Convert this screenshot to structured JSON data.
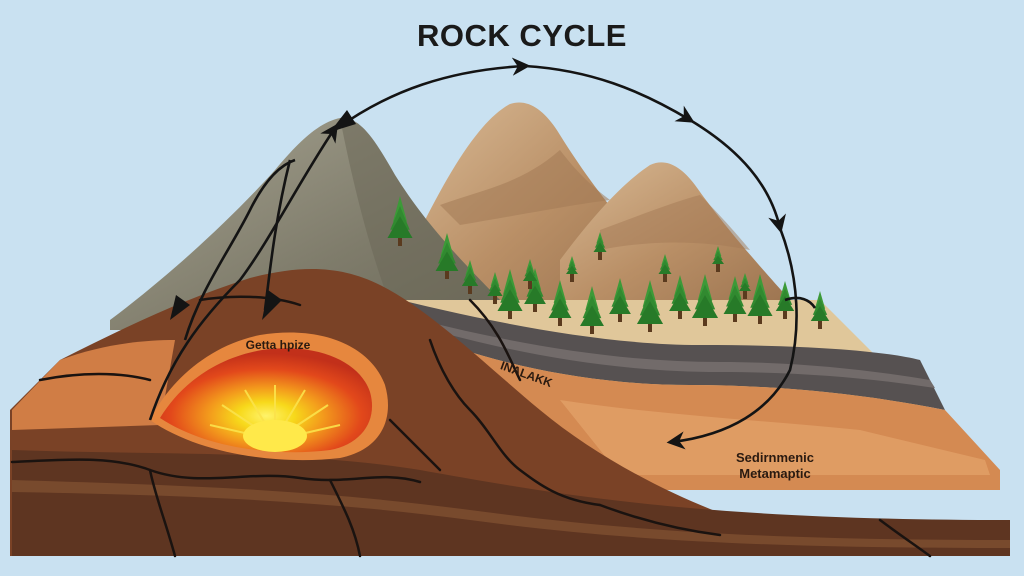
{
  "diagram": {
    "title": "ROCK CYCLE",
    "labels": {
      "magma_chamber": "Getta hpize",
      "layer_left": "INALAKK",
      "layer_right_1": "Sedirnmenic",
      "layer_right_2": "Metamaptic"
    }
  },
  "colors": {
    "sky": "#c9e1f1",
    "magma_core": "#f7e11b",
    "magma_outer": "#e24a1a",
    "soil_dark": "#5e3521",
    "soil_mid": "#8a4e2d",
    "orange_layer": "#d48a52",
    "tan_layer": "#e0c79a",
    "gray_layer": "#5a5555",
    "mountain_gray": "#8d8a78",
    "mountain_tan": "#c9a37c",
    "tree_green": "#2f8a2e",
    "arrow": "#141414"
  },
  "icons": [
    "pine-tree-icon",
    "arrowhead-icon",
    "sun-burst-icon"
  ]
}
